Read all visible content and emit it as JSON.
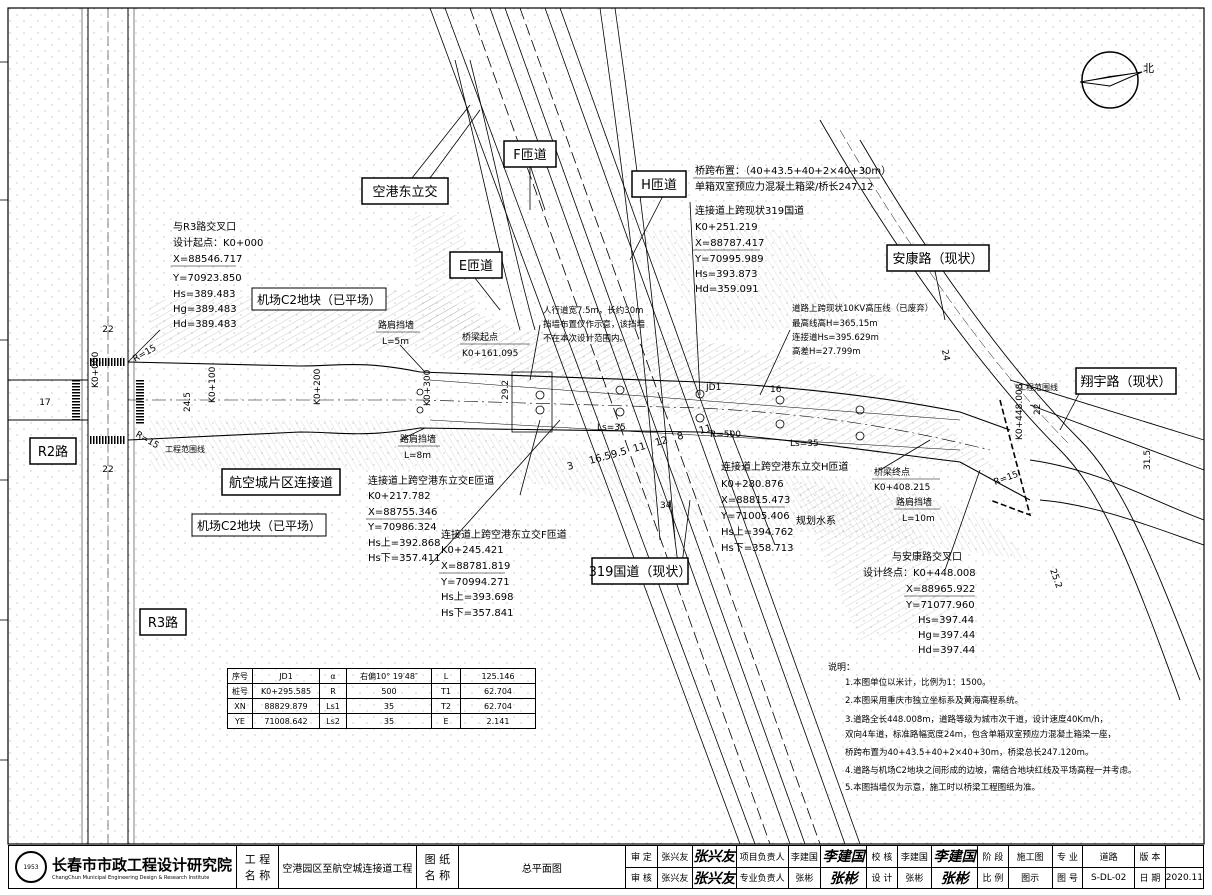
{
  "labels": {
    "airport_east": "空港东立交",
    "f_ramp": "F匝道",
    "h_ramp": "H匝道",
    "e_ramp": "E匝道",
    "ankang": "安康路（现状）",
    "xiangyu": "翔宇路（现状）",
    "r2": "R2路",
    "r3": "R3路",
    "connect": "航空城片区连接道",
    "c2_upper": "机场C2地块（已平场）",
    "c2_lower": "机场C2地块（已平场）",
    "g319": "319国道（现状）",
    "water": "规划水系",
    "proj_line_left": "工程范围线",
    "proj_line_right": "工程范围线"
  },
  "bridge_layout": [
    "桥跨布置：（40+43.5+40+2×40+30m）",
    "单箱双室预应力混凝土箱梁/桥长247.12"
  ],
  "start_point": [
    "与R3路交叉口",
    "设计起点：K0+000",
    "X=88546.717",
    "Y=70923.850",
    "Hs=389.483",
    "Hg=389.483",
    "Hd=389.483"
  ],
  "cross_319": [
    "连接道上跨现状319国道",
    "K0+251.219",
    "X=88787.417",
    "Y=70995.989",
    "Hs=393.873",
    "Hd=359.091"
  ],
  "ped_note": [
    "人行道宽7.5m，长约30m",
    "挡墙布置仅作示意，该挡墙",
    "不在本次设计范围内。"
  ],
  "hv_note": [
    "道路上跨现状10KV高压线（已废弃）",
    "最高线高H=365.15m",
    "连接道Hs=395.629m",
    "高差H=27.799m"
  ],
  "wall_left_top": [
    "路肩挡墙",
    "L=5m"
  ],
  "bridge_start": [
    "桥梁起点",
    "K0+161.095"
  ],
  "wall_left_bot": [
    "路肩挡墙",
    "L=8m"
  ],
  "cross_e": [
    "连接道上跨空港东立交E匝道",
    "K0+217.782",
    "X=88755.346",
    "Y=70986.324",
    "Hs上=392.868",
    "Hs下=357.411"
  ],
  "cross_f": [
    "连接道上跨空港东立交F匝道",
    "K0+245.421",
    "X=88781.819",
    "Y=70994.271",
    "Hs上=393.698",
    "Hs下=357.841"
  ],
  "cross_h": [
    "连接道上跨空港东立交H匝道",
    "K0+280.876",
    "X=88815.473",
    "Y=71005.406",
    "Hs上=394.762",
    "Hs下=358.713"
  ],
  "bridge_end": [
    "桥梁终点",
    "K0+408.215",
    "路肩挡墙",
    "L=10m"
  ],
  "end_point": [
    "与安康路交叉口",
    "设计终点：K0+448.008",
    "X=88965.922",
    "Y=71077.960",
    "Hs=397.44",
    "Hg=397.44",
    "Hd=397.44"
  ],
  "dims": {
    "d22_top": "22",
    "d22_bot": "22",
    "d17": "17",
    "d24_5": "24.5",
    "ls35_a": "Ls=35",
    "r500": "R=500",
    "ls35_b": "Ls=35",
    "r15_a": "R=15",
    "r15_b": "R=15",
    "r15_c": "R=15",
    "d24": "24",
    "d31_5": "31.5",
    "d25_2": "25.2",
    "d16": "16",
    "d34": "34",
    "d29_2": "29.2",
    "strip": [
      "3",
      "16.5",
      "9.5",
      "11",
      "12",
      "8",
      "11"
    ],
    "jd1": "JD1",
    "k0000": "K0+000",
    "k0100": "K0+100",
    "k0200": "K0+200",
    "k0300": "K0+300",
    "k0448": "K0+448.008",
    "d22_right": "22"
  },
  "notes": {
    "title": "说明：",
    "items": [
      "1.本图单位以米计，比例为1：1500。",
      "2.本图采用重庆市独立坐标系及黄海高程系统。",
      "3.道路全长448.008m，道路等级为城市次干道，设计速度40Km/h，",
      "  双向4车道，标准路幅宽度24m，包含单箱双室预应力混凝土箱梁一座，",
      "  桥跨布置为40+43.5+40+2×40+30m，桥梁总长247.120m。",
      "4.道路与机场C2地块之间形成的边坡，需结合地块红线及平场高程一并考虑。",
      "5.本图挡墙仅为示意，施工时以桥梁工程图纸为准。"
    ]
  },
  "north_label": "北",
  "jd_table": [
    [
      "序号",
      "JD1",
      "α",
      "右偏10° 19′48″",
      "L",
      "125.146"
    ],
    [
      "桩号",
      "K0+295.585",
      "R",
      "500",
      "T1",
      "62.704"
    ],
    [
      "XN",
      "88829.879",
      "Ls1",
      "35",
      "T2",
      "62.704"
    ],
    [
      "YE",
      "71008.642",
      "Ls2",
      "35",
      "E",
      "2.141"
    ]
  ],
  "titleblock": {
    "logo_year": "1953",
    "org": "长春市市政工程设计研究院",
    "org_en": "ChangChun Municipal Engineering Design & Research Institute",
    "proj_label": "工 程\n名 称",
    "proj_name": "空港园区至航空城连接道工程",
    "drawing_label": "图 纸\n名 称",
    "drawing_name": "总平面图",
    "approve": "审 定",
    "approve_name": "张兴友",
    "approve_sig": "张兴友",
    "pm": "项目负责人",
    "pm_name": "李建国",
    "pm_sig": "李建国",
    "check": "校 核",
    "check_name": "李建国",
    "check_sig": "李建国",
    "stage": "阶 段",
    "stage_val": "施工图",
    "major": "专 业",
    "major_val": "道路",
    "version": "版 本",
    "review": "审 核",
    "review_name": "张兴友",
    "review_sig": "张兴友",
    "spec": "专业负责人",
    "spec_name": "张彬",
    "spec_sig": "张彬",
    "design": "设 计",
    "design_name": "张彬",
    "design_sig": "张彬",
    "scale": "比 例",
    "scale_val": "图示",
    "dwg_no": "图 号",
    "dwg_no_val": "S-DL-02",
    "date": "日 期",
    "date_val": "2020.11"
  }
}
